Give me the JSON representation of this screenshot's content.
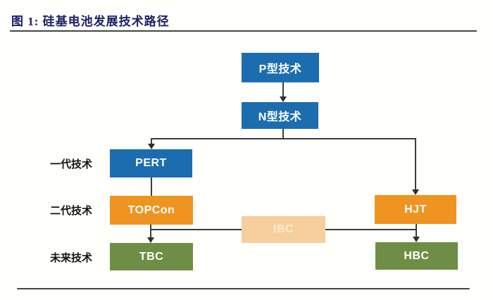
{
  "figure": {
    "title": "图 1: 硅基电池发展技术路径"
  },
  "diagram": {
    "nodes": {
      "p_type": {
        "label": "P型技术",
        "color": "#1c6cb0"
      },
      "n_type": {
        "label": "N型技术",
        "color": "#1c6cb0"
      },
      "pert": {
        "label": "PERT",
        "color": "#1c6cb0"
      },
      "topcon": {
        "label": "TOPCon",
        "color": "#ef9421"
      },
      "tbc": {
        "label": "TBC",
        "color": "#6d8e44"
      },
      "hjt": {
        "label": "HJT",
        "color": "#ef9421"
      },
      "hbc": {
        "label": "HBC",
        "color": "#6d8e44"
      },
      "ibc": {
        "label": "IBC",
        "color": "#f6cf9d"
      }
    },
    "row_labels": {
      "gen1": "一代技术",
      "gen2": "二代技术",
      "future": "未来技术"
    },
    "colors": {
      "blue": "#1c6cb0",
      "orange": "#ef9421",
      "green": "#6d8e44",
      "tan": "#f6cf9d",
      "line": "#3c3c3c",
      "title_text": "#1e2163"
    }
  }
}
